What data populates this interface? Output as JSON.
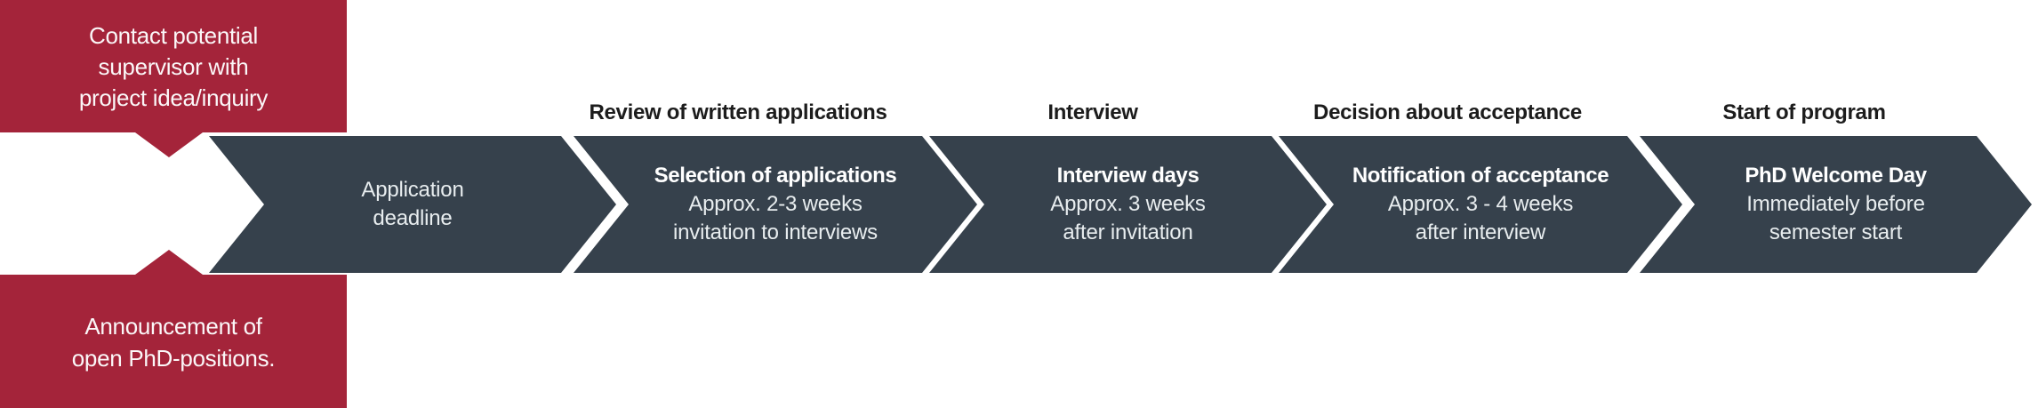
{
  "palette": {
    "red": "#A4243A",
    "slate": "#36414C",
    "header_text": "#1C1C1C",
    "title_text": "#FFFFFF",
    "detail_text": "#E8EDEF",
    "background": "#FFFFFF"
  },
  "left_banner": {
    "top_note": {
      "line1": "Contact potential",
      "line2": "supervisor with",
      "line3": "project idea/inquiry"
    },
    "bottom_note": {
      "line1": "Announcement of",
      "line2": "open PhD-positions."
    }
  },
  "steps": [
    {
      "header": "",
      "title": "",
      "line1": "Application",
      "line2": "deadline"
    },
    {
      "header": "Review of written applications",
      "title": "Selection of applications",
      "line1": "Approx. 2-3 weeks",
      "line2": "invitation to interviews"
    },
    {
      "header": "Interview",
      "title": "Interview days",
      "line1": "Approx. 3 weeks",
      "line2": "after invitation"
    },
    {
      "header": "Decision about acceptance",
      "title": "Notification of acceptance",
      "line1": "Approx. 3 - 4 weeks",
      "line2": "after interview"
    },
    {
      "header": "Start of program",
      "title": "PhD Welcome Day",
      "line1": "Immediately before",
      "line2": "semester start"
    }
  ]
}
